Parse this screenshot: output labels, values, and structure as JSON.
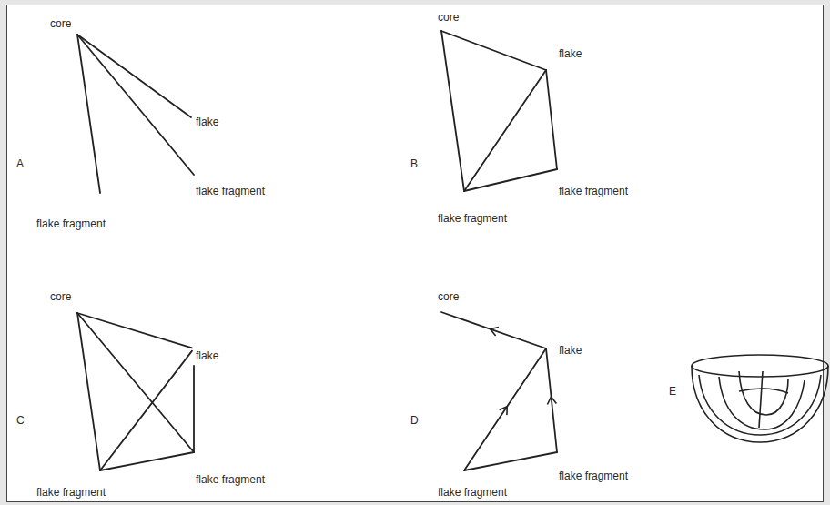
{
  "diagram": {
    "nodes": [
      {
        "text": [
          "core"
        ]
      },
      {
        "text": [
          "flake"
        ]
      },
      {
        "text": [
          "flake fragment"
        ]
      },
      {
        "text": [
          "flake fragment"
        ]
      },
      {
        "text": [
          "core"
        ]
      },
      {
        "text": [
          "flake"
        ]
      },
      {
        "text": [
          "flake fragment"
        ]
      },
      {
        "text": [
          "flake fragment"
        ]
      },
      {
        "text": [
          "core"
        ]
      },
      {
        "text": [
          "flake"
        ]
      },
      {
        "text": [
          "flake fragment"
        ]
      },
      {
        "text": [
          "flake fragment"
        ]
      },
      {
        "text": [
          "core"
        ]
      },
      {
        "text": [
          "flake"
        ]
      },
      {
        "text": [
          "flake fragment"
        ]
      },
      {
        "text": [
          "flake fragment"
        ]
      }
    ],
    "edges": [
      {
        "from": 0,
        "to": 1,
        "arrow": "none"
      },
      {
        "from": 0,
        "to": 2,
        "arrow": "none"
      },
      {
        "from": 0,
        "to": 3,
        "arrow": "none"
      },
      {
        "from": 4,
        "to": 5,
        "arrow": "none"
      },
      {
        "from": 4,
        "to": 7,
        "arrow": "none"
      },
      {
        "from": 7,
        "to": 5,
        "arrow": "none"
      },
      {
        "from": 5,
        "to": 6,
        "arrow": "none"
      },
      {
        "from": 7,
        "to": 6,
        "arrow": "none"
      },
      {
        "from": 8,
        "to": 9,
        "arrow": "none"
      },
      {
        "from": 8,
        "to": 10,
        "arrow": "none"
      },
      {
        "from": 8,
        "to": 11,
        "arrow": "none"
      },
      {
        "from": 11,
        "to": 9,
        "arrow": "none"
      },
      {
        "from": 9,
        "to": 10,
        "arrow": "none"
      },
      {
        "from": 11,
        "to": 10,
        "arrow": "none"
      },
      {
        "from": 13,
        "to": 12,
        "arrow": "to"
      },
      {
        "from": 15,
        "to": 13,
        "arrow": "to"
      },
      {
        "from": 14,
        "to": 13,
        "arrow": "to"
      },
      {
        "from": 15,
        "to": 14,
        "arrow": "none"
      }
    ],
    "labels": [
      "A",
      "B",
      "C",
      "D",
      "E"
    ]
  }
}
